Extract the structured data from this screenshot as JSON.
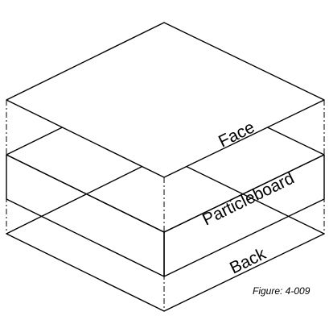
{
  "labels": {
    "face": "Face",
    "particleboard": "Particleboard",
    "back": "Back"
  },
  "caption": "Figure: 4-009"
}
